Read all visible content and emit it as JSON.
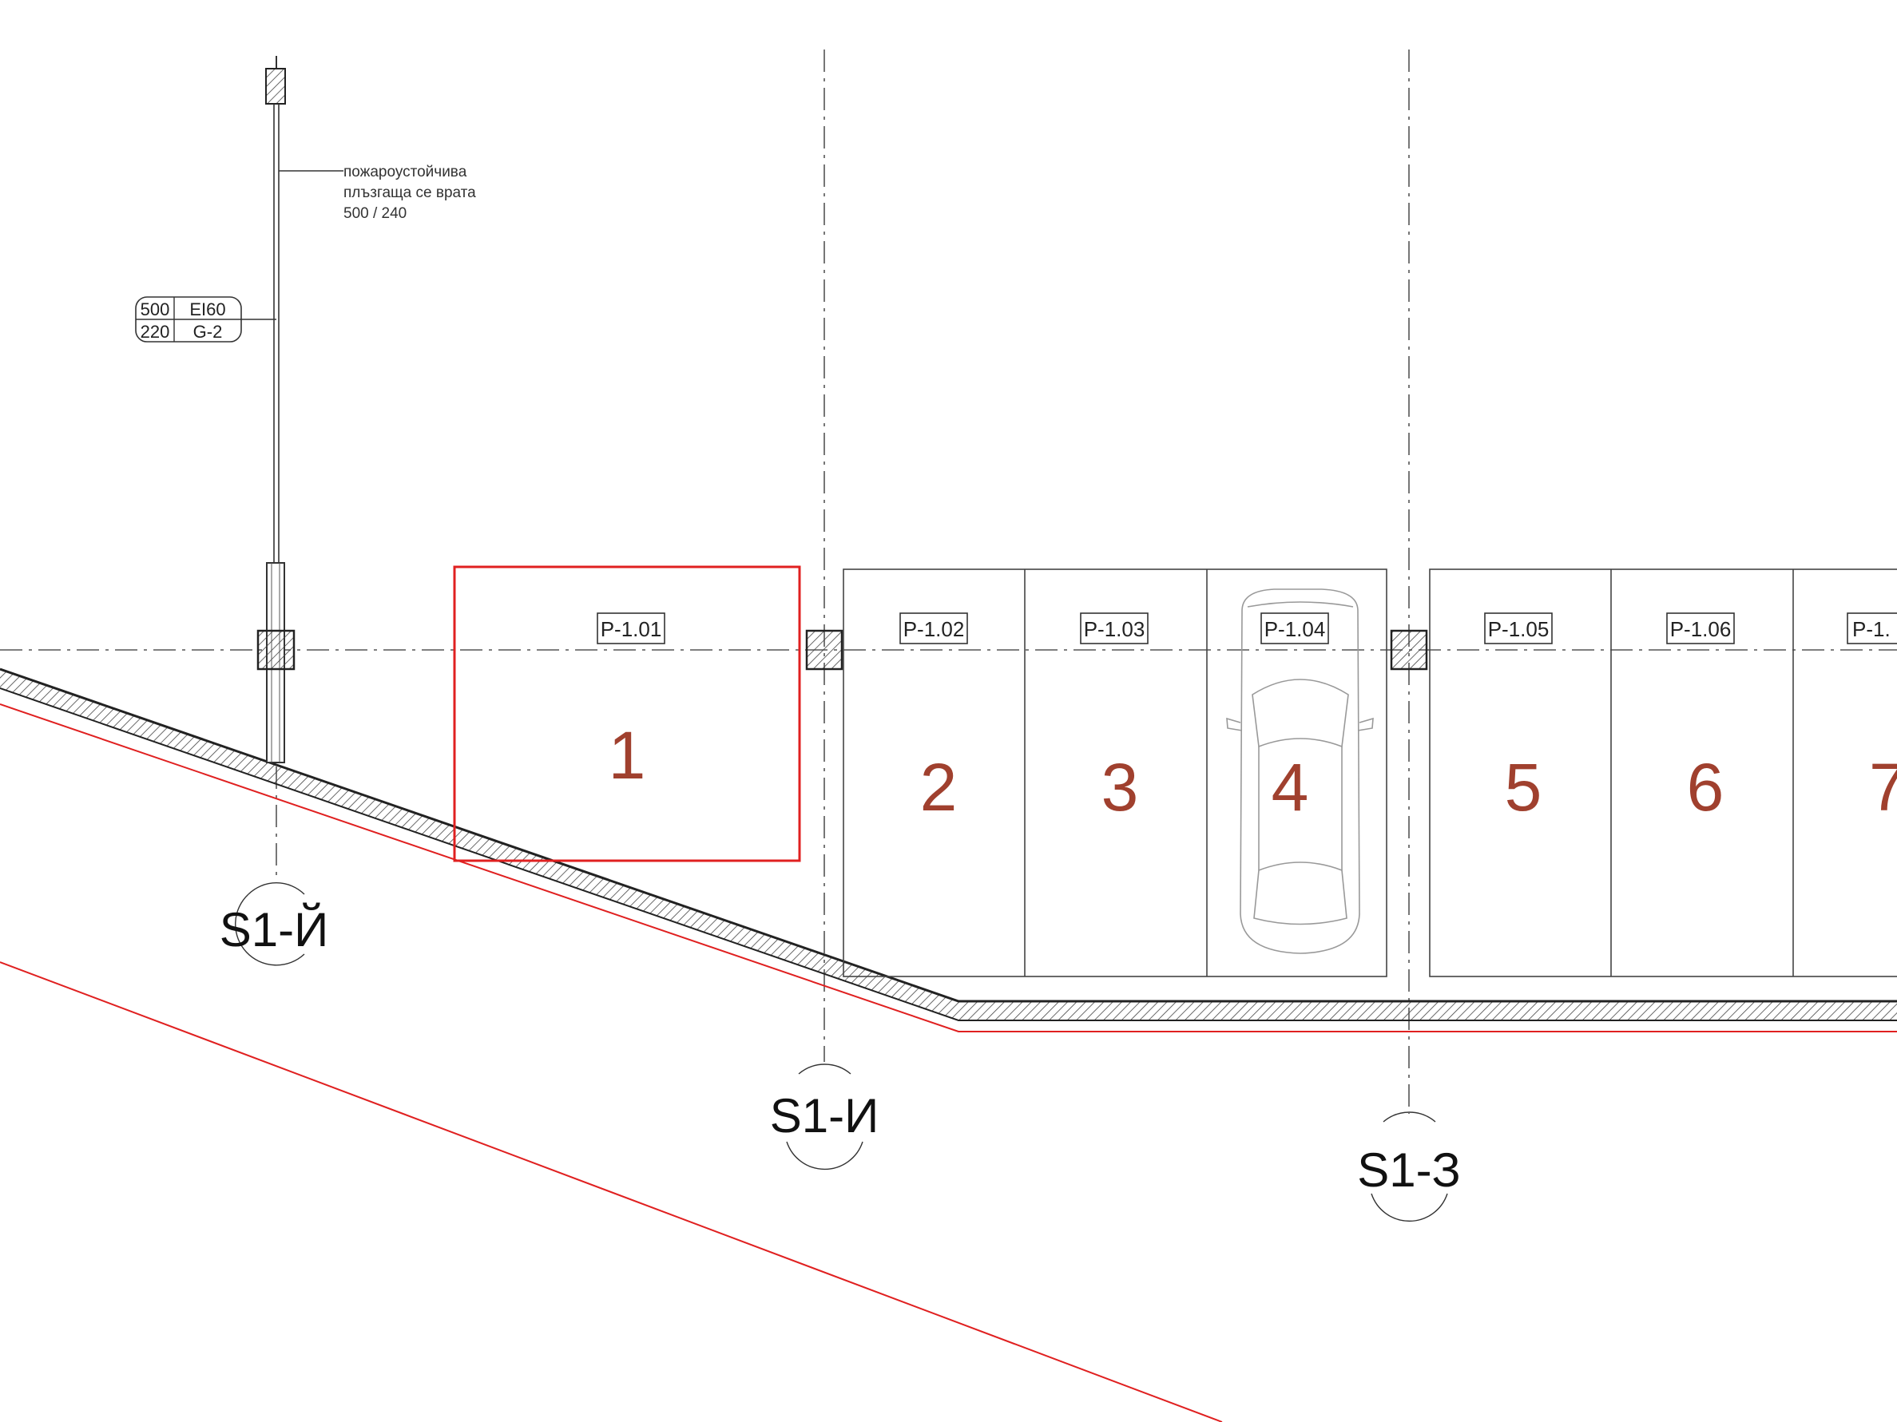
{
  "drawing": {
    "door_note": {
      "line1": "пожароустойчива",
      "line2": "плъзгаща   се врата",
      "line3": "500 / 240"
    },
    "door_tag": {
      "width": "500",
      "rating": "EI60",
      "height": "220",
      "class": "G-2"
    },
    "spaces": [
      {
        "label": "P-1.01",
        "number": "1"
      },
      {
        "label": "P-1.02",
        "number": "2"
      },
      {
        "label": "P-1.03",
        "number": "3"
      },
      {
        "label": "P-1.04",
        "number": "4"
      },
      {
        "label": "P-1.05",
        "number": "5"
      },
      {
        "label": "P-1.06",
        "number": "6"
      },
      {
        "label": "P-1.",
        "number": "7"
      }
    ],
    "axes": [
      "S1-Й",
      "S1-И",
      "S1-З"
    ],
    "colors": {
      "line": "#333333",
      "highlight": "#e02020",
      "number": "#a0402e",
      "grid": "#555555"
    }
  }
}
